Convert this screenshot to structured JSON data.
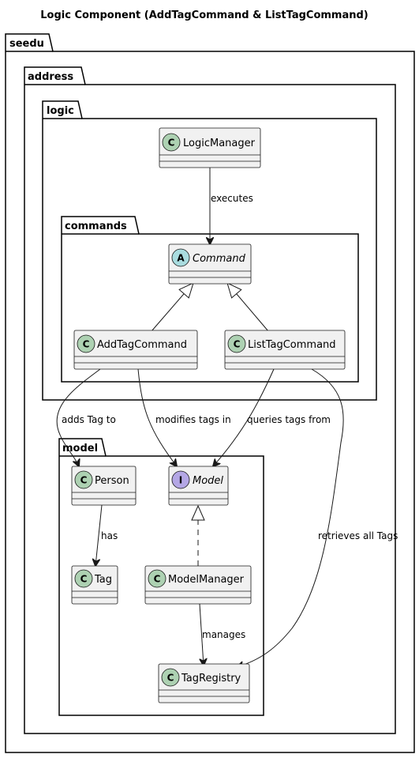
{
  "title": "Logic Component (AddTagCommand & ListTagCommand)",
  "packages": {
    "seedu": "seedu",
    "address": "address",
    "logic": "logic",
    "commands": "commands",
    "model": "model"
  },
  "classes": {
    "logic_manager": {
      "name": "LogicManager",
      "stereotype": "C"
    },
    "command": {
      "name": "Command",
      "stereotype": "A"
    },
    "add_tag_command": {
      "name": "AddTagCommand",
      "stereotype": "C"
    },
    "list_tag_command": {
      "name": "ListTagCommand",
      "stereotype": "C"
    },
    "person": {
      "name": "Person",
      "stereotype": "C"
    },
    "model": {
      "name": "Model",
      "stereotype": "I"
    },
    "tag": {
      "name": "Tag",
      "stereotype": "C"
    },
    "model_manager": {
      "name": "ModelManager",
      "stereotype": "C"
    },
    "tag_registry": {
      "name": "TagRegistry",
      "stereotype": "C"
    }
  },
  "relations": {
    "executes": "executes",
    "adds_tag_to": "adds Tag to",
    "modifies_tags_in": "modifies tags in",
    "queries_tags_from": "queries tags from",
    "retrieves_all_tags": "retrieves all Tags",
    "has": "has",
    "manages": "manages"
  },
  "colors": {
    "class_fill": "#f1f1f1",
    "class_border": "#181818",
    "circle_class": "#add1b2",
    "circle_abstract": "#a9dcdf",
    "circle_interface": "#b4a7e5"
  }
}
